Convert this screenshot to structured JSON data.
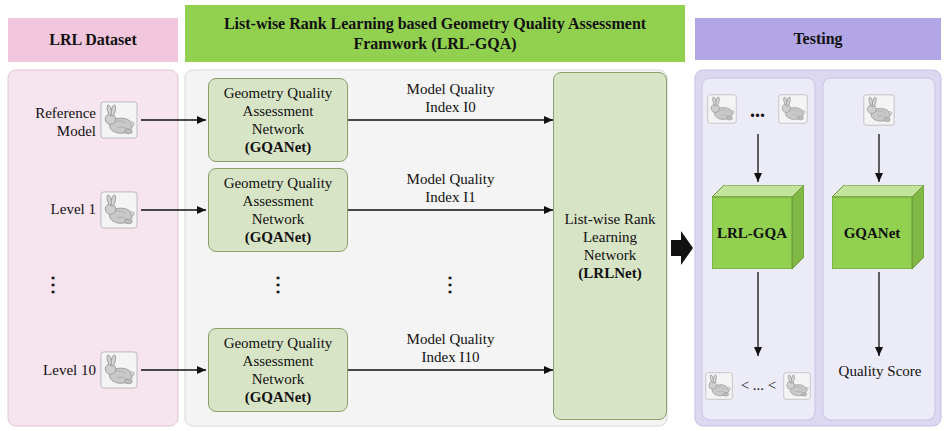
{
  "diagram": {
    "nodes": [
      {
        "text": [
          "LRL Dataset"
        ]
      },
      {
        "text": [
          "List-wise Rank Learning based Geometry Quality Assessment Framwork (LRL-GQA)"
        ]
      },
      {
        "text": [
          "Testing"
        ]
      },
      {
        "text": [
          "Geometry Quality Assessment Network",
          "(GQANet)"
        ]
      },
      {
        "text": [
          "Geometry Quality Assessment Network",
          "(GQANet)"
        ]
      },
      {
        "text": [
          "Geometry Quality Assessment Network",
          "(GQANet)"
        ]
      },
      {
        "text": [
          "List-wise Rank Learning Network",
          "(LRLNet)"
        ]
      },
      {
        "text": [
          "LRL-GQA"
        ]
      },
      {
        "text": [
          "GQANet"
        ]
      }
    ],
    "edges": [
      {
        "from": 3,
        "to": 6,
        "label": "Model Quality Index I0",
        "arrow": "to"
      },
      {
        "from": 4,
        "to": 6,
        "label": "Model Quality Index I1",
        "arrow": "to"
      },
      {
        "from": 5,
        "to": 6,
        "label": "Model Quality Index I10",
        "arrow": "to"
      }
    ],
    "labels": [
      "Reference Model",
      "Level 1",
      "⋮",
      "Level 10",
      "⋮",
      "⋮",
      "...",
      "< ... <",
      "Quality Score"
    ]
  }
}
